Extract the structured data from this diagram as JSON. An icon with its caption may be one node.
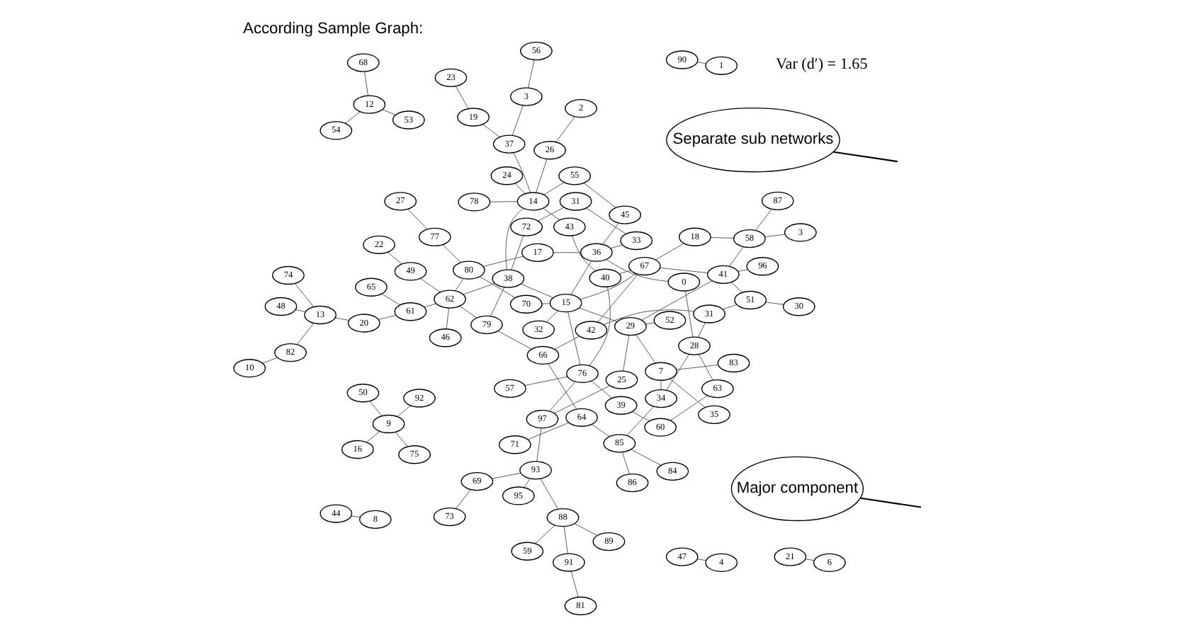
{
  "diagram": {
    "title": "According Sample Graph:",
    "nodes": [
      {
        "text": [
          "Separate sub networks"
        ]
      },
      {
        "text": [
          "Major component"
        ]
      },
      {
        "text": [
          "16"
        ]
      },
      {
        "text": [
          "75"
        ]
      },
      {
        "text": [
          "73"
        ]
      },
      {
        "text": [
          "42"
        ]
      },
      {
        "text": [
          "60"
        ]
      },
      {
        "text": [
          "59"
        ]
      },
      {
        "text": [
          "9"
        ]
      },
      {
        "text": [
          "89"
        ]
      },
      {
        "text": [
          "81"
        ]
      },
      {
        "text": [
          "44"
        ]
      },
      {
        "text": [
          "8"
        ]
      },
      {
        "text": [
          "50"
        ]
      },
      {
        "text": [
          "92"
        ]
      },
      {
        "text": [
          "69"
        ]
      },
      {
        "text": [
          "88"
        ]
      },
      {
        "text": [
          "91"
        ]
      },
      {
        "text": [
          "35"
        ]
      },
      {
        "text": [
          "57"
        ]
      },
      {
        "text": [
          "40"
        ]
      },
      {
        "text": [
          "39"
        ]
      },
      {
        "text": [
          "83"
        ]
      },
      {
        "text": [
          "63"
        ]
      },
      {
        "text": [
          "93"
        ]
      },
      {
        "text": [
          "87"
        ]
      },
      {
        "text": [
          "31"
        ]
      },
      {
        "text": [
          "7"
        ]
      },
      {
        "text": [
          "95"
        ]
      },
      {
        "text": [
          "97"
        ]
      },
      {
        "text": [
          "76"
        ]
      },
      {
        "text": [
          "18"
        ]
      },
      {
        "text": [
          "28"
        ]
      },
      {
        "text": [
          "34"
        ]
      },
      {
        "text": [
          "3"
        ]
      },
      {
        "text": [
          "58"
        ]
      },
      {
        "text": [
          "67"
        ]
      },
      {
        "text": [
          "84"
        ]
      },
      {
        "text": [
          "90"
        ]
      },
      {
        "text": [
          "1"
        ]
      },
      {
        "text": [
          "30"
        ]
      },
      {
        "text": [
          "51"
        ]
      },
      {
        "text": [
          "41"
        ]
      },
      {
        "text": [
          "85"
        ]
      },
      {
        "text": [
          "86"
        ]
      },
      {
        "text": [
          "36"
        ]
      },
      {
        "text": [
          "96"
        ]
      },
      {
        "text": [
          "33"
        ]
      },
      {
        "text": [
          "0"
        ]
      },
      {
        "text": [
          "29"
        ]
      },
      {
        "text": [
          "15"
        ]
      },
      {
        "text": [
          "45"
        ]
      },
      {
        "text": [
          "31"
        ]
      },
      {
        "text": [
          "55"
        ]
      },
      {
        "text": [
          "47"
        ]
      },
      {
        "text": [
          "4"
        ]
      },
      {
        "text": [
          "52"
        ]
      },
      {
        "text": [
          "25"
        ]
      },
      {
        "text": [
          "72"
        ]
      },
      {
        "text": [
          "24"
        ]
      },
      {
        "text": [
          "21"
        ]
      },
      {
        "text": [
          "6"
        ]
      },
      {
        "text": [
          "32"
        ]
      },
      {
        "text": [
          "14"
        ]
      },
      {
        "text": [
          "78"
        ]
      },
      {
        "text": [
          "38"
        ]
      },
      {
        "text": [
          "70"
        ]
      },
      {
        "text": [
          "17"
        ]
      },
      {
        "text": [
          "43"
        ]
      },
      {
        "text": [
          "54"
        ]
      },
      {
        "text": [
          "80"
        ]
      },
      {
        "text": [
          "62"
        ]
      },
      {
        "text": [
          "79"
        ]
      },
      {
        "text": [
          "37"
        ]
      },
      {
        "text": [
          "19"
        ]
      },
      {
        "text": [
          "53"
        ]
      },
      {
        "text": [
          "12"
        ]
      },
      {
        "text": [
          "77"
        ]
      },
      {
        "text": [
          "61"
        ]
      },
      {
        "text": [
          "49"
        ]
      },
      {
        "text": [
          "46"
        ]
      },
      {
        "text": [
          "26"
        ]
      },
      {
        "text": [
          "64"
        ]
      },
      {
        "text": [
          "23"
        ]
      },
      {
        "text": [
          "3"
        ]
      },
      {
        "text": [
          "68"
        ]
      },
      {
        "text": [
          "65"
        ]
      },
      {
        "text": [
          "2"
        ]
      },
      {
        "text": [
          "27"
        ]
      },
      {
        "text": [
          "71"
        ]
      },
      {
        "text": [
          "66"
        ]
      },
      {
        "text": [
          "56"
        ]
      },
      {
        "text": [
          "20"
        ]
      },
      {
        "text": [
          "22"
        ]
      },
      {
        "text": [
          "13"
        ]
      },
      {
        "text": [
          "82"
        ]
      },
      {
        "text": [
          "48"
        ]
      },
      {
        "text": [
          "74"
        ]
      },
      {
        "text": [
          "10"
        ]
      }
    ],
    "edges": [
      {
        "from": 0,
        "to": null,
        "arrow": "none"
      },
      {
        "from": 1,
        "to": null,
        "arrow": "none"
      },
      {
        "from": 11,
        "to": 12,
        "arrow": "none"
      },
      {
        "from": 8,
        "to": 2,
        "arrow": "none"
      },
      {
        "from": 8,
        "to": 3,
        "arrow": "none"
      },
      {
        "from": 8,
        "to": 13,
        "arrow": "none"
      },
      {
        "from": 8,
        "to": 14,
        "arrow": "none"
      },
      {
        "from": 38,
        "to": 39,
        "arrow": "none"
      },
      {
        "from": 54,
        "to": 55,
        "arrow": "none"
      },
      {
        "from": 60,
        "to": 61,
        "arrow": "none"
      },
      {
        "from": 75,
        "to": 76,
        "arrow": "none"
      },
      {
        "from": 76,
        "to": 69,
        "arrow": "none"
      },
      {
        "from": 76,
        "to": 85,
        "arrow": "none"
      },
      {
        "from": 4,
        "to": 15,
        "arrow": "none"
      },
      {
        "from": 15,
        "to": 24,
        "arrow": "none"
      },
      {
        "from": 7,
        "to": 16,
        "arrow": "none"
      },
      {
        "from": 9,
        "to": 16,
        "arrow": "none"
      },
      {
        "from": 16,
        "to": 17,
        "arrow": "none"
      },
      {
        "from": 17,
        "to": 10,
        "arrow": "none"
      },
      {
        "from": 16,
        "to": 24,
        "arrow": "none"
      },
      {
        "from": 24,
        "to": 28,
        "arrow": "none"
      },
      {
        "from": 24,
        "to": 29,
        "arrow": "none"
      },
      {
        "from": 29,
        "to": 30,
        "arrow": "none"
      },
      {
        "from": 29,
        "to": 57,
        "arrow": "none"
      },
      {
        "from": 27,
        "to": 49,
        "arrow": "none"
      },
      {
        "from": 31,
        "to": 36,
        "arrow": "none"
      },
      {
        "from": 36,
        "to": 50,
        "arrow": "none"
      },
      {
        "from": 36,
        "to": 42,
        "arrow": "none"
      },
      {
        "from": 36,
        "to": 5,
        "arrow": "none"
      },
      {
        "from": 36,
        "to": 20,
        "arrow": "none"
      },
      {
        "from": 26,
        "to": 32,
        "arrow": "none"
      },
      {
        "from": 41,
        "to": 26,
        "arrow": "none"
      },
      {
        "from": 5,
        "to": 26,
        "arrow": "none"
      },
      {
        "from": 35,
        "to": 31,
        "arrow": "none"
      },
      {
        "from": 35,
        "to": 25,
        "arrow": "none"
      },
      {
        "from": 35,
        "to": 34,
        "arrow": "none"
      },
      {
        "from": 35,
        "to": 42,
        "arrow": "none"
      },
      {
        "from": 42,
        "to": 41,
        "arrow": "none"
      },
      {
        "from": 41,
        "to": 40,
        "arrow": "none"
      },
      {
        "from": 42,
        "to": 46,
        "arrow": "none"
      },
      {
        "from": 42,
        "to": 49,
        "arrow": "none"
      },
      {
        "from": 23,
        "to": 32,
        "arrow": "none"
      },
      {
        "from": 22,
        "to": 27,
        "arrow": "none"
      },
      {
        "from": 18,
        "to": 27,
        "arrow": "none"
      },
      {
        "from": 27,
        "to": 33,
        "arrow": "none"
      },
      {
        "from": 32,
        "to": 33,
        "arrow": "none"
      },
      {
        "from": 32,
        "to": 48,
        "arrow": "none"
      },
      {
        "from": 20,
        "to": 30,
        "arrow": "none"
      },
      {
        "from": 19,
        "to": 30,
        "arrow": "none"
      },
      {
        "from": 21,
        "to": 30,
        "arrow": "none"
      },
      {
        "from": 6,
        "to": 21,
        "arrow": "none"
      },
      {
        "from": 6,
        "to": 23,
        "arrow": "none"
      },
      {
        "from": 5,
        "to": 90,
        "arrow": "none"
      },
      {
        "from": 20,
        "to": 68,
        "arrow": "none"
      },
      {
        "from": 33,
        "to": 43,
        "arrow": "none"
      },
      {
        "from": 43,
        "to": 37,
        "arrow": "none"
      },
      {
        "from": 43,
        "to": 44,
        "arrow": "none"
      },
      {
        "from": 43,
        "to": 82,
        "arrow": "none"
      },
      {
        "from": 30,
        "to": 50,
        "arrow": "none"
      },
      {
        "from": 45,
        "to": 50,
        "arrow": "none"
      },
      {
        "from": 45,
        "to": 47,
        "arrow": "none"
      },
      {
        "from": 47,
        "to": 52,
        "arrow": "none"
      },
      {
        "from": 52,
        "to": 58,
        "arrow": "none"
      },
      {
        "from": 58,
        "to": 65,
        "arrow": "none"
      },
      {
        "from": 45,
        "to": 67,
        "arrow": "none"
      },
      {
        "from": 45,
        "to": 48,
        "arrow": "none"
      },
      {
        "from": 45,
        "to": 51,
        "arrow": "none"
      },
      {
        "from": 51,
        "to": 53,
        "arrow": "none"
      },
      {
        "from": 63,
        "to": 53,
        "arrow": "none"
      },
      {
        "from": 63,
        "to": 59,
        "arrow": "none"
      },
      {
        "from": 63,
        "to": 64,
        "arrow": "none"
      },
      {
        "from": 63,
        "to": 68,
        "arrow": "none"
      },
      {
        "from": 63,
        "to": 65,
        "arrow": "none"
      },
      {
        "from": 63,
        "to": 73,
        "arrow": "none"
      },
      {
        "from": 63,
        "to": 81,
        "arrow": "none"
      },
      {
        "from": 73,
        "to": 74,
        "arrow": "none"
      },
      {
        "from": 74,
        "to": 83,
        "arrow": "none"
      },
      {
        "from": 73,
        "to": 84,
        "arrow": "none"
      },
      {
        "from": 84,
        "to": 91,
        "arrow": "none"
      },
      {
        "from": 81,
        "to": 87,
        "arrow": "none"
      },
      {
        "from": 65,
        "to": 72,
        "arrow": "none"
      },
      {
        "from": 65,
        "to": 71,
        "arrow": "none"
      },
      {
        "from": 72,
        "to": 71,
        "arrow": "none"
      },
      {
        "from": 72,
        "to": 90,
        "arrow": "none"
      },
      {
        "from": 82,
        "to": 90,
        "arrow": "none"
      },
      {
        "from": 82,
        "to": 89,
        "arrow": "none"
      },
      {
        "from": 71,
        "to": 70,
        "arrow": "none"
      },
      {
        "from": 71,
        "to": 79,
        "arrow": "none"
      },
      {
        "from": 71,
        "to": 80,
        "arrow": "none"
      },
      {
        "from": 71,
        "to": 78,
        "arrow": "none"
      },
      {
        "from": 79,
        "to": 93,
        "arrow": "none"
      },
      {
        "from": 78,
        "to": 86,
        "arrow": "none"
      },
      {
        "from": 78,
        "to": 92,
        "arrow": "none"
      },
      {
        "from": 92,
        "to": 94,
        "arrow": "none"
      },
      {
        "from": 94,
        "to": 95,
        "arrow": "none"
      },
      {
        "from": 94,
        "to": 96,
        "arrow": "none"
      },
      {
        "from": 94,
        "to": 97,
        "arrow": "none"
      },
      {
        "from": 95,
        "to": 98,
        "arrow": "none"
      },
      {
        "from": 70,
        "to": 77,
        "arrow": "none"
      },
      {
        "from": 77,
        "to": 88,
        "arrow": "none"
      },
      {
        "from": 70,
        "to": 67,
        "arrow": "none"
      },
      {
        "from": 70,
        "to": 66,
        "arrow": "none"
      },
      {
        "from": 50,
        "to": 66,
        "arrow": "none"
      },
      {
        "from": 50,
        "to": 62,
        "arrow": "none"
      },
      {
        "from": 50,
        "to": 49,
        "arrow": "none"
      },
      {
        "from": 49,
        "to": 56,
        "arrow": "none"
      },
      {
        "from": 49,
        "to": 57,
        "arrow": "none"
      },
      {
        "from": 50,
        "to": 65,
        "arrow": "none"
      }
    ],
    "labels": [
      "Var (d′) = 1.65"
    ]
  }
}
